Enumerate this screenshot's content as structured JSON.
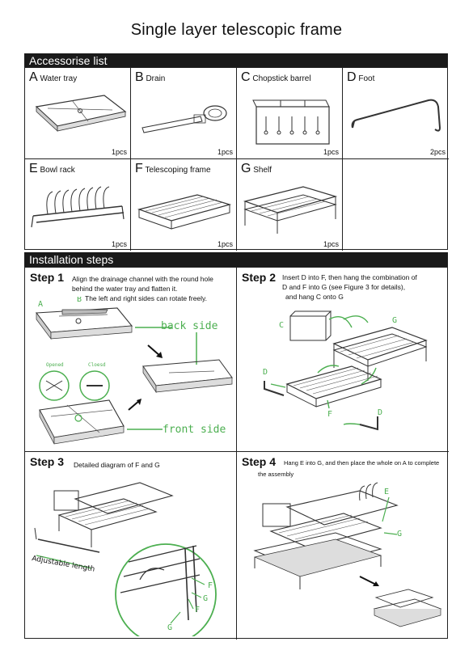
{
  "title": "Single layer telescopic frame",
  "accessories_header": "Accessorise list",
  "installation_header": "Installation steps",
  "accessories": [
    {
      "letter": "A",
      "name": "Water tray",
      "qty": "1pcs",
      "icon": "water-tray-icon"
    },
    {
      "letter": "B",
      "name": "Drain",
      "qty": "1pcs",
      "icon": "drain-icon"
    },
    {
      "letter": "C",
      "name": "Chopstick barrel",
      "qty": "1pcs",
      "icon": "chopstick-barrel-icon"
    },
    {
      "letter": "D",
      "name": "Foot",
      "qty": "2pcs",
      "icon": "foot-icon"
    },
    {
      "letter": "E",
      "name": "Bowl rack",
      "qty": "1pcs",
      "icon": "bowl-rack-icon"
    },
    {
      "letter": "F",
      "name": "Telescoping frame",
      "qty": "1pcs",
      "icon": "telescoping-frame-icon"
    },
    {
      "letter": "G",
      "name": "Shelf",
      "qty": "1pcs",
      "icon": "shelf-icon"
    }
  ],
  "steps": [
    {
      "head": "Step 1",
      "desc1": "Align the drainage channel with the round hole",
      "desc2": "behind the water tray and flatten it.",
      "desc3": "The left and right sides can rotate freely.",
      "labels": {
        "a": "A",
        "b": "B",
        "opened": "Opened",
        "closed": "Cloesd",
        "back": "back side",
        "front": "front side"
      }
    },
    {
      "head": "Step 2",
      "desc1": "Insert D into F, then hang the combination of",
      "desc2": "D and F into G (see Figure 3 for details),",
      "desc3": "and hang C onto G",
      "labels": {
        "c": "C",
        "g": "G",
        "d1": "D",
        "f": "F",
        "d2": "D"
      }
    },
    {
      "head": "Step 3",
      "desc1": "Detailed diagram of F and G",
      "labels": {
        "adj": "Adjustable length",
        "f1": "F",
        "f2": "F",
        "g1": "G",
        "g2": "G"
      }
    },
    {
      "head": "Step 4",
      "desc1": "Hang E into G, and then place the whole on A to complete",
      "desc2": "the assembly",
      "labels": {
        "e": "E",
        "g": "G"
      }
    }
  ],
  "colors": {
    "bar": "#1a1a1a",
    "accent_green": "#4caf50",
    "line": "#333333"
  }
}
